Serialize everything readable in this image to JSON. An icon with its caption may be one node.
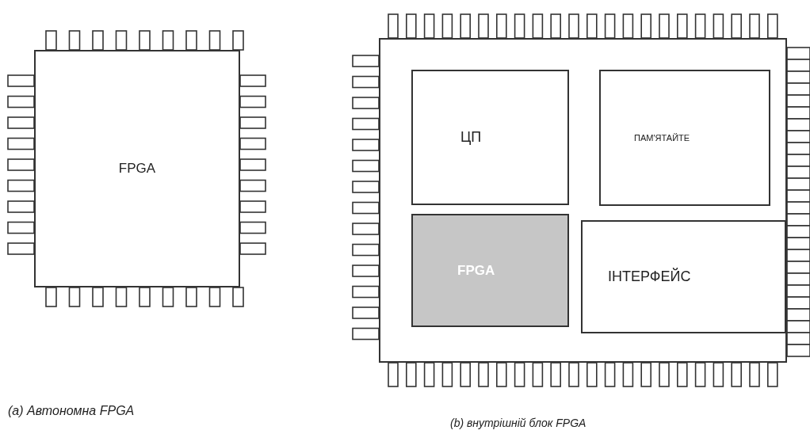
{
  "diagram": {
    "nodes": [
      {
        "text": [
          "FPGA"
        ]
      },
      {
        "text": [],
        "shape": "box"
      },
      {
        "text": [
          "ЦП"
        ],
        "in": 1
      },
      {
        "text": [
          "ПАМ'ЯТАЙТЕ"
        ],
        "in": 1
      },
      {
        "text": [
          "FPGA"
        ],
        "in": 1
      },
      {
        "text": [
          "ІНТЕРФЕЙС"
        ],
        "in": 1
      }
    ],
    "labels": [
      "(a) Автономна FPGA",
      "(b) внутрішній блок FPGA"
    ]
  }
}
